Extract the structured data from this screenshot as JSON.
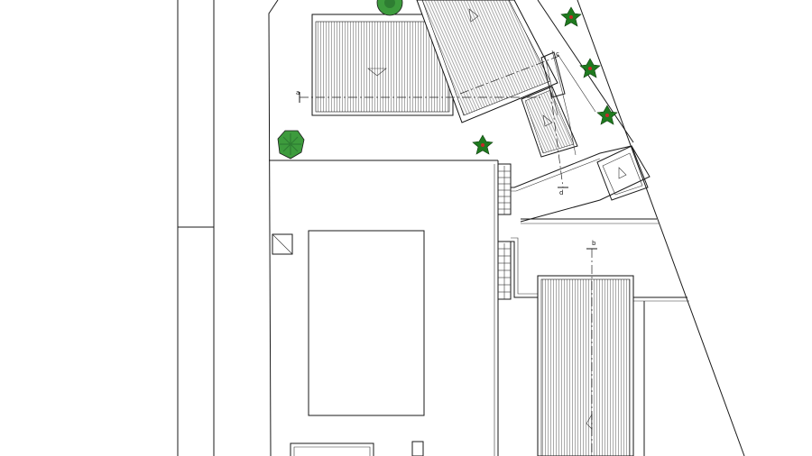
{
  "section_marks": {
    "a": "a",
    "b": "b",
    "c": "c",
    "d": "d"
  },
  "colors": {
    "tree": "#1f7a1f",
    "tree_light": "#4caf50",
    "tree_accent": "#c62828",
    "shrub": "#3d9b3d",
    "line": "#1a1a1a"
  },
  "icons": [
    "tree-icon",
    "shrub-icon",
    "slope-arrow-icon"
  ]
}
